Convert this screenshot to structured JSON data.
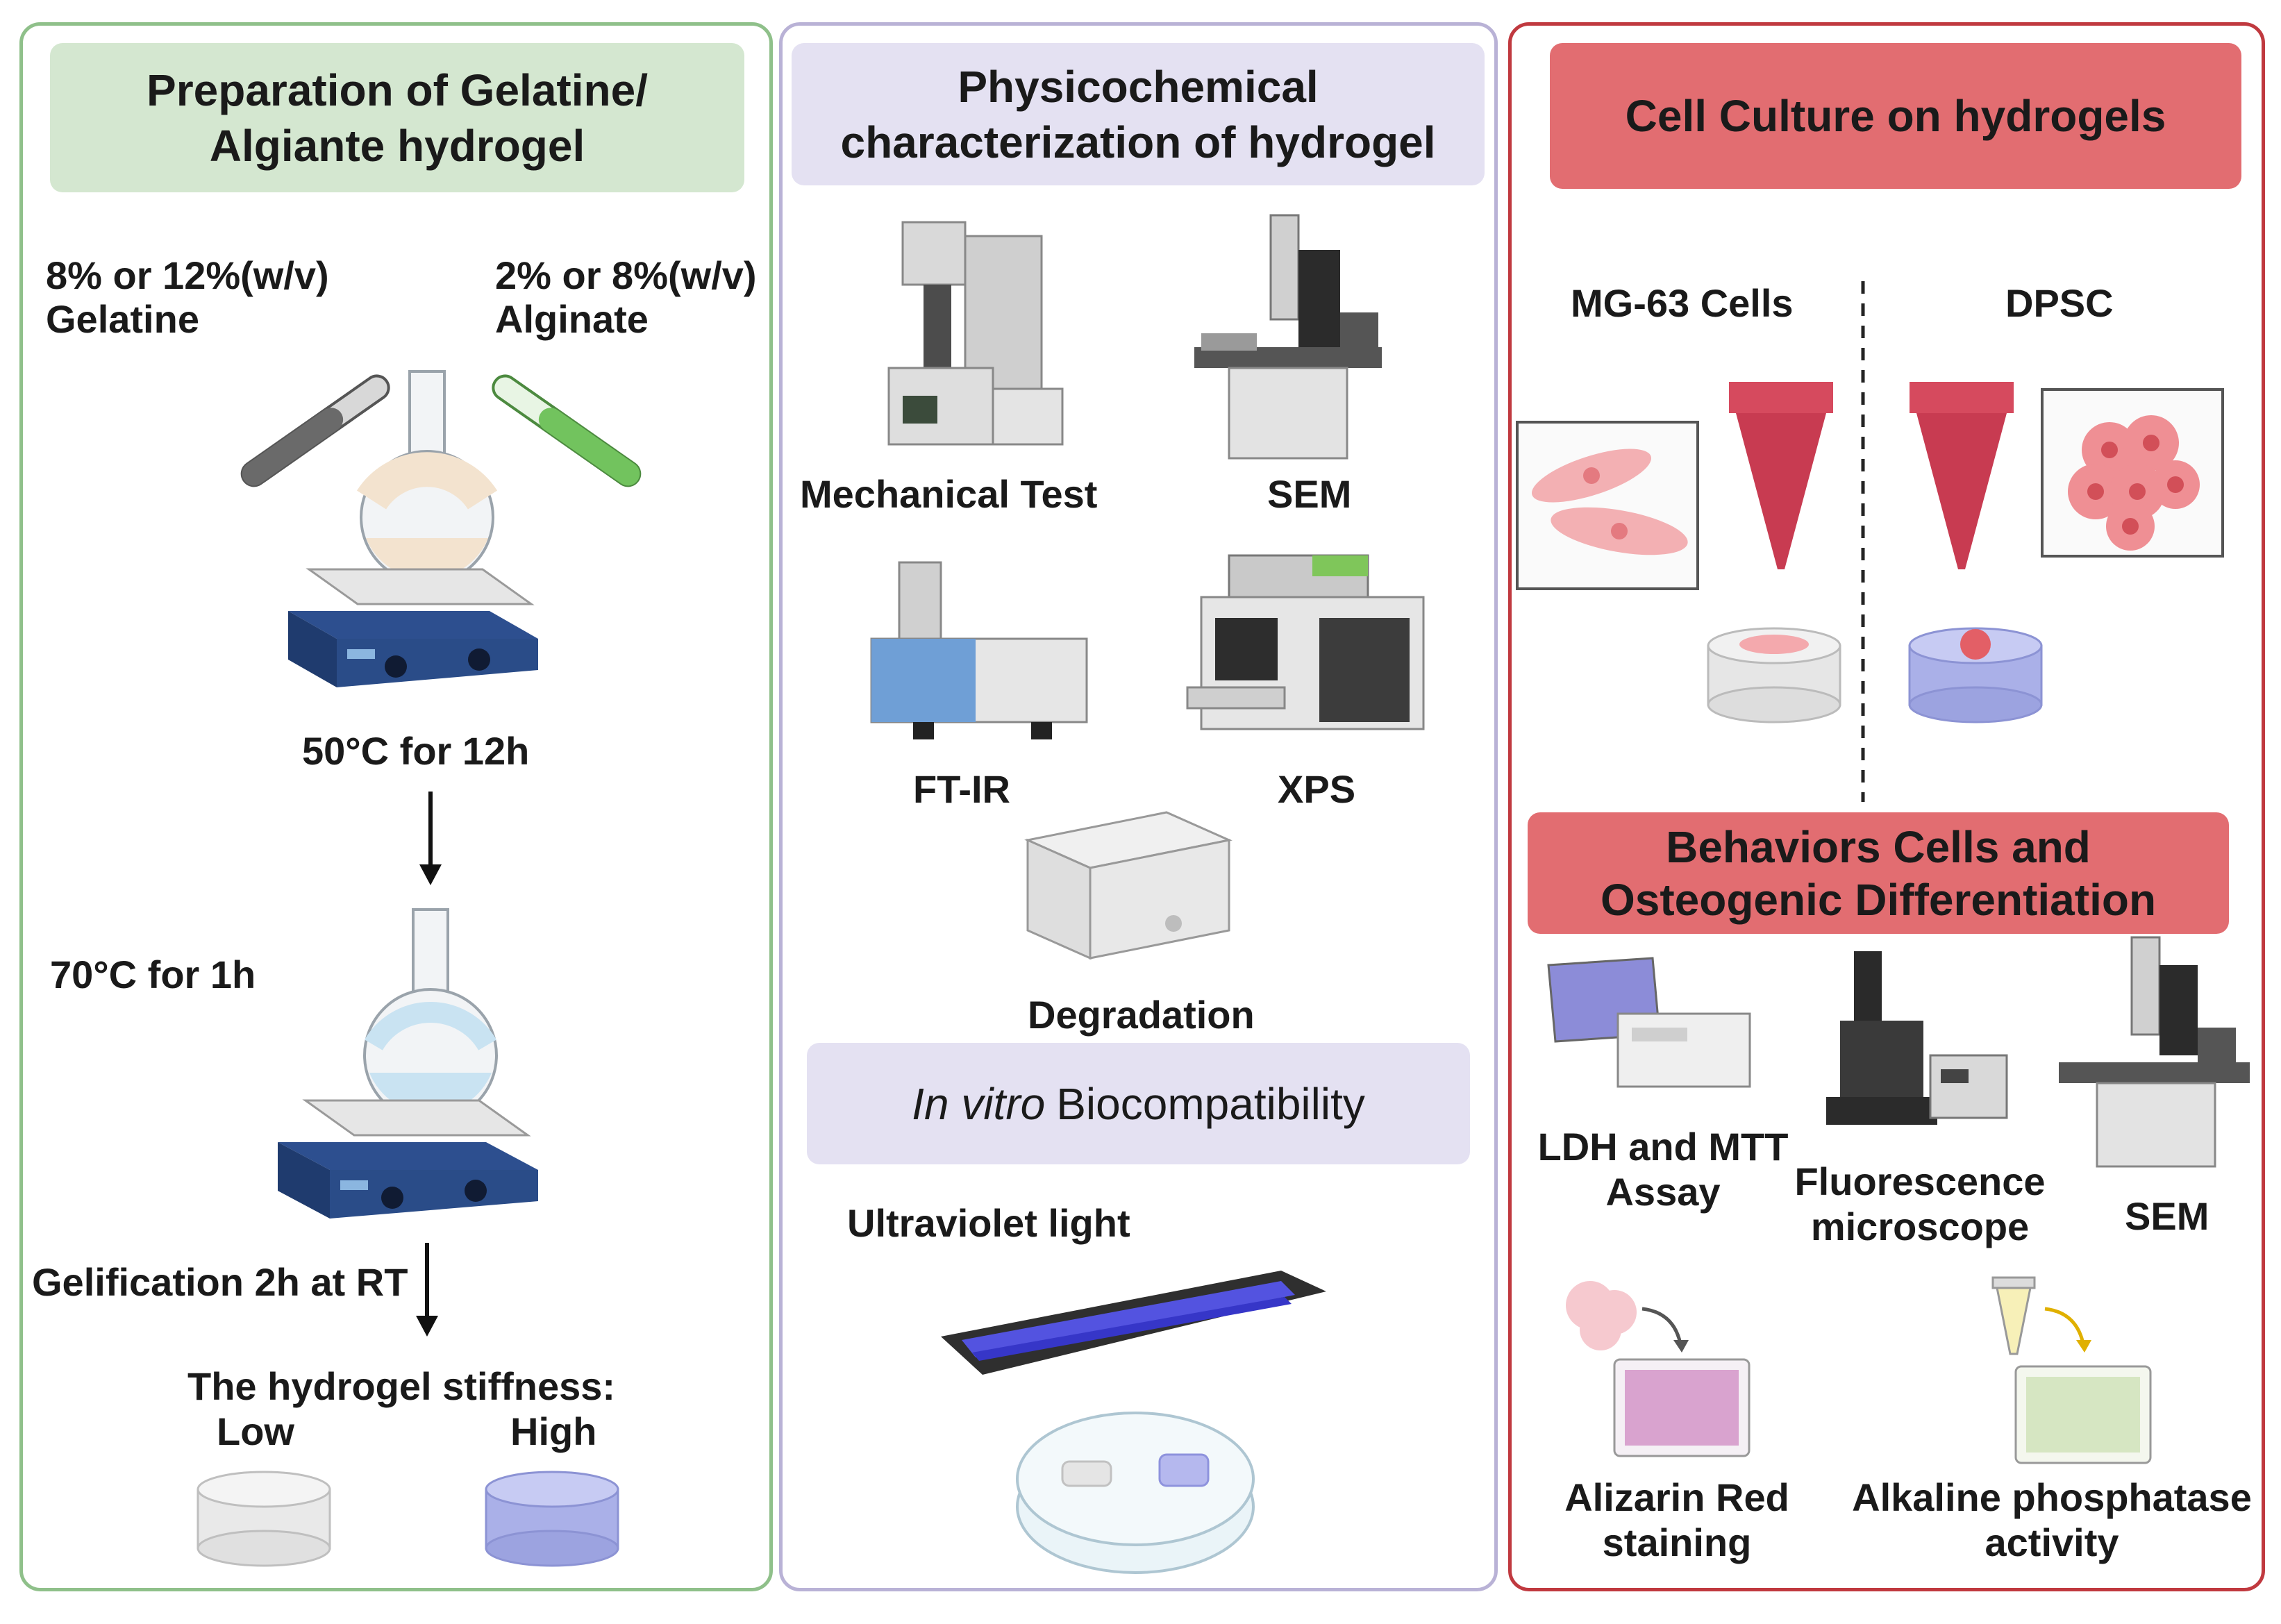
{
  "panels": {
    "preparation": {
      "title_line1": "Preparation of Gelatine/",
      "title_line2": "Algiante hydrogel",
      "gelatine_conc": "8% or 12%(w/v)",
      "gelatine_name": "Gelatine",
      "alginate_conc": "2% or 8%(w/v)",
      "alginate_name": "Alginate",
      "step1": "50°C for 12h",
      "step2": "70°C for 1h",
      "step3": "Gelification 2h at RT",
      "stiffness_title": "The hydrogel stiffness:",
      "stiffness_low": "Low",
      "stiffness_high": "High"
    },
    "physicochemical": {
      "title_line1": "Physicochemical",
      "title_line2": "characterization of hydrogel",
      "mechanical": "Mechanical Test",
      "sem": "SEM",
      "ftir": "FT-IR",
      "xps": "XPS",
      "degradation": "Degradation",
      "biocompat_italic": "In vitro",
      "biocompat_rest": "Biocompatibility",
      "uv": "Ultraviolet light"
    },
    "cell_culture": {
      "title": "Cell Culture on hydrogels",
      "mg63": "MG-63 Cells",
      "dpsc": "DPSC",
      "behaviors_line1": "Behaviors Cells and",
      "behaviors_line2": "Osteogenic Differentiation",
      "ldh_line1": "LDH and MTT",
      "ldh_line2": "Assay",
      "fluor_line1": "Fluorescence",
      "fluor_line2": "microscope",
      "sem": "SEM",
      "alizarin_line1": "Alizarin Red",
      "alizarin_line2": "staining",
      "alp_line1": "Alkaline phosphatase",
      "alp_line2": "activity"
    }
  },
  "colors": {
    "panel1_border": "#8fc08a",
    "panel2_border": "#b9b2d6",
    "panel3_border": "#c0393f",
    "header_green": "#d4e7d0",
    "header_lavender": "#e4e1f2",
    "header_red": "#e26d71"
  }
}
